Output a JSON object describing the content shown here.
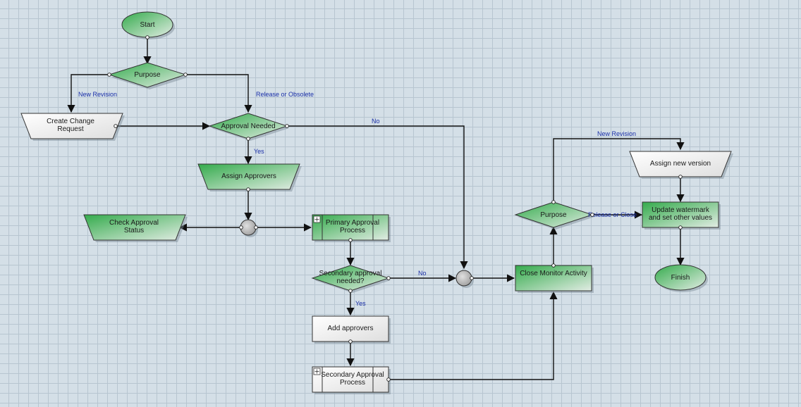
{
  "colors": {
    "green_dark": "#34ab4c",
    "green_light": "#e2ece4",
    "white_dark": "#e2e2e2",
    "edge": "#111111",
    "label": "#1a2fa8"
  },
  "nodes": {
    "start": "Start",
    "purpose_top": "Purpose",
    "create_change_request": [
      "Create Change",
      "Request"
    ],
    "approval_needed": "Approval Needed",
    "assign_approvers": "Assign Approvers",
    "check_approval_status": [
      "Check Approval",
      "Status"
    ],
    "primary_approval_process": [
      "Primary Approval",
      "Process"
    ],
    "secondary_approval_needed": [
      "Secondary approval",
      "needed?"
    ],
    "add_approvers": "Add approvers",
    "secondary_approval_process": [
      "Secondary Approval",
      "Process"
    ],
    "close_monitor_activity": "Close Monitor Activity",
    "purpose_right": "Purpose",
    "assign_new_version": "Assign new version",
    "update_watermark": [
      "Update watermark",
      "and set other values"
    ],
    "finish": "Finish"
  },
  "edge_labels": {
    "new_revision_left": "New Revision",
    "release_or_obsolete": "Release or Obsolete",
    "no_top": "No",
    "yes_approval": "Yes",
    "no_secondary": "No",
    "yes_secondary": "Yes",
    "new_revision_right": "New Revision",
    "release_or_close": "Release or Close"
  }
}
